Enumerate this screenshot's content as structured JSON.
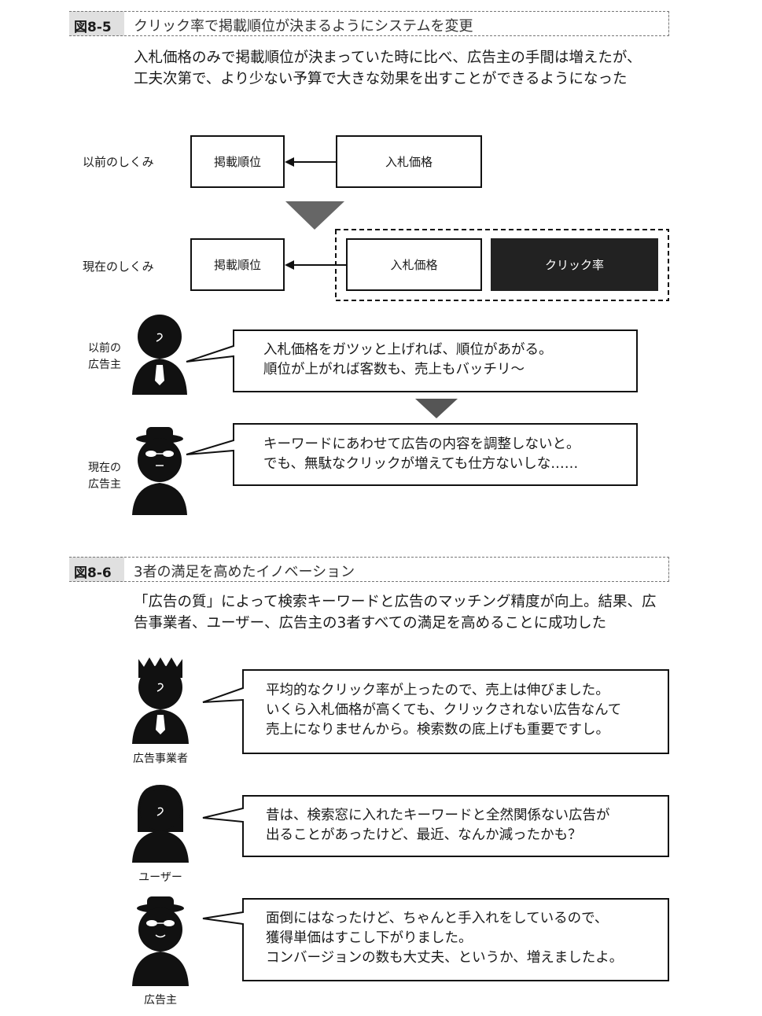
{
  "fig1": {
    "num": "図8-5",
    "title": "クリック率で掲載順位が決まるようにシステムを変更",
    "lead": [
      "入札価格のみで掲載順位が決まっていた時に比べ、広告主の手間は増えたが、",
      "工夫次第で、より少ない予算で大きな効果を出すことができるようになった"
    ],
    "prev_label": "以前のしくみ",
    "curr_label": "現在のしくみ",
    "rank": "掲載順位",
    "bid": "入札価格",
    "ctr": "クリック率",
    "prev_adv_caption": [
      "以前の",
      "広告主"
    ],
    "curr_adv_caption": [
      "現在の",
      "広告主"
    ],
    "prev_quote": [
      "入札価格をガツッと上げれば、順位があがる。",
      "順位が上がれば客数も、売上もバッチリ〜"
    ],
    "curr_quote": [
      "キーワードにあわせて広告の内容を調整しないと。",
      "でも、無駄なクリックが増えても仕方ないしな……"
    ]
  },
  "fig2": {
    "num": "図8-6",
    "title": "3者の満足を高めたイノベーション",
    "lead": [
      "「広告の質」によって検索キーワードと広告のマッチング精度が向上。結果、広",
      "告事業者、ユーザー、広告主の3者すべての満足を高めることに成功した"
    ],
    "operator_caption": "広告事業者",
    "user_caption": "ユーザー",
    "advertiser_caption": "広告主",
    "operator_quote": [
      "平均的なクリック率が上ったので、売上は伸びました。",
      "いくら入札価格が高くても、クリックされない広告なんて",
      "売上になりませんから。検索数の底上げも重要ですし。"
    ],
    "user_quote": [
      "昔は、検索窓に入れたキーワードと全然関係ない広告が",
      "出ることがあったけど、最近、なんか減ったかも？"
    ],
    "advertiser_quote": [
      "面倒にはなったけど、ちゃんと手入れをしているので、",
      "獲得単価はすこし下がりました。",
      "コンバージョンの数も大丈夫、というか、増えましたよ。"
    ]
  }
}
